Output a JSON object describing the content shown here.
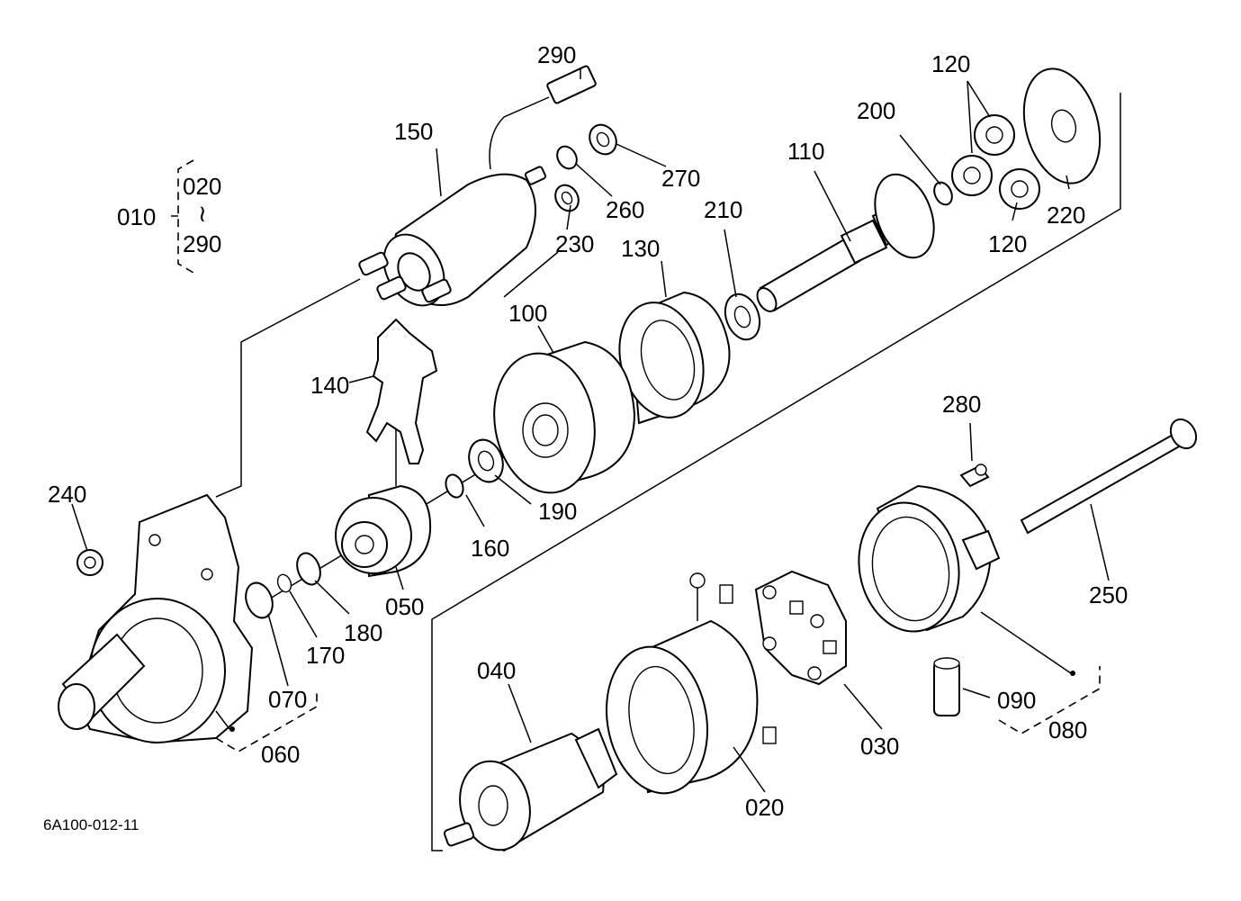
{
  "drawing_code": "6A100-012-11",
  "group_bracket": {
    "parent": "010",
    "from": "020",
    "tilde": "≀",
    "to": "290"
  },
  "callouts": {
    "c290": "290",
    "c150": "150",
    "c270": "270",
    "c260": "260",
    "c230": "230",
    "c110": "110",
    "c200": "200",
    "c120a": "120",
    "c120b": "120",
    "c220": "220",
    "c210": "210",
    "c130": "130",
    "c100": "100",
    "c140": "140",
    "c190": "190",
    "c160": "160",
    "c240": "240",
    "c050": "050",
    "c180": "180",
    "c170": "170",
    "c070": "070",
    "c060": "060",
    "c280": "280",
    "c250": "250",
    "c040": "040",
    "c020": "020",
    "c030": "030",
    "c090": "090",
    "c080": "080"
  }
}
